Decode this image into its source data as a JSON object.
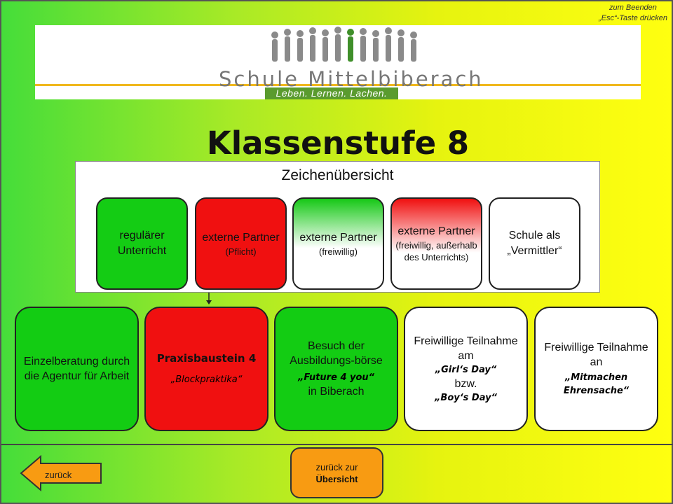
{
  "hint": {
    "line1": "zum Beenden",
    "line2": "„Esc“-Taste drücken"
  },
  "logo": {
    "title": "Schule Mittelbiberach",
    "slogan": "Leben. Lernen. Lachen."
  },
  "page": {
    "title": "Klassenstufe 8"
  },
  "legend": {
    "title": "Zeichenübersicht",
    "items": [
      {
        "main": "regulärer Unterricht",
        "sub": "",
        "color": "#14cc14"
      },
      {
        "main": "externe Partner",
        "sub": "(Pflicht)",
        "color": "#f01010"
      },
      {
        "main": "externe Partner",
        "sub": "(freiwillig)",
        "color": "#16c816"
      },
      {
        "main": "externe Partner",
        "sub": "(freiwillig, außerhalb des Unterrichts)",
        "color": "#f01010"
      },
      {
        "main": "Schule als „Vermittler“",
        "sub": "",
        "color": "#ffffff"
      }
    ]
  },
  "cards": [
    {
      "text": "Einzelberatung durch die Agentur für Arbeit",
      "bold": "",
      "color": "#13cc13"
    },
    {
      "text": "Praxisbaustein 4",
      "bold": "„Blockpraktika“",
      "color": "#f01010"
    },
    {
      "text": "Besuch der Ausbildungs-börse",
      "bold": "„Future 4 you“",
      "extra": "in Biberach",
      "color": "#13cc13"
    },
    {
      "text": "Freiwillige Teilnahme am",
      "bold": "„Girl‘s Day“",
      "mid": "bzw.",
      "bold2": "„Boy‘s Day“",
      "color": "#ffffff"
    },
    {
      "text": "Freiwillige Teilnahme an",
      "bold": "„Mitmachen Ehrensache“",
      "color": "#ffffff"
    }
  ],
  "nav": {
    "back": "zurück",
    "overview_line1": "zurück zur",
    "overview_line2": "Übersicht"
  }
}
